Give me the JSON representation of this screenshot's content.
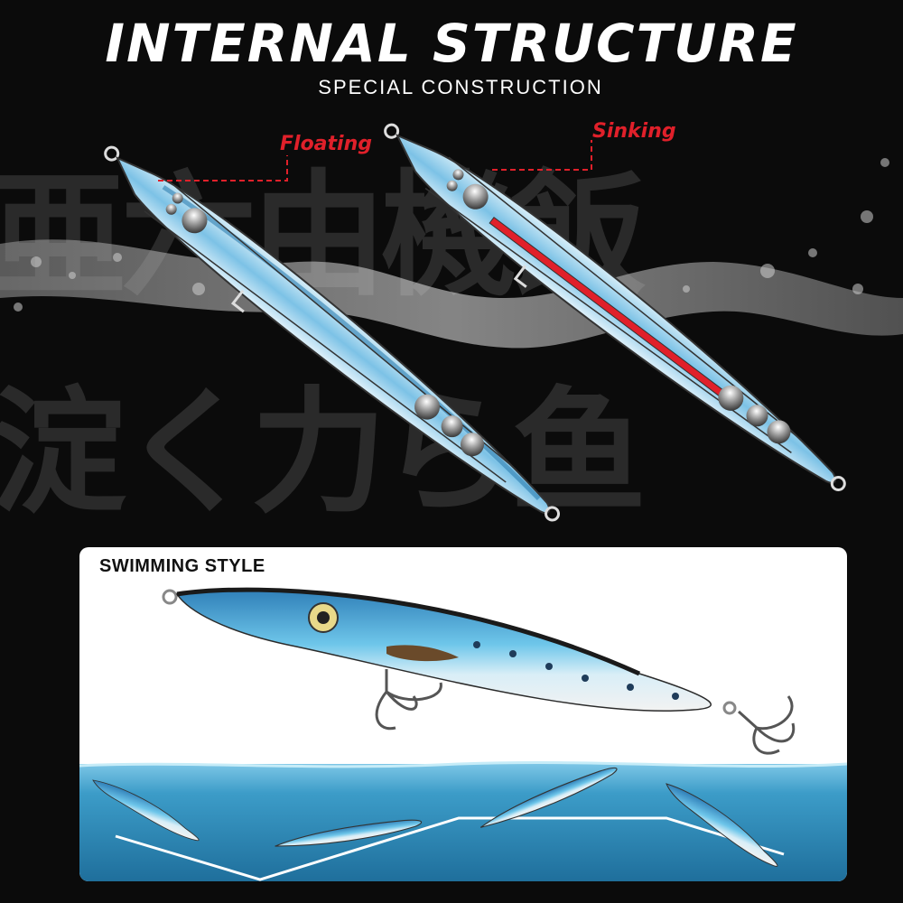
{
  "header": {
    "title": "INTERNAL STRUCTURE",
    "subtitle": "SPECIAL CONSTRUCTION"
  },
  "lure_types": {
    "floating_label": "Floating",
    "sinking_label": "Sinking"
  },
  "swimming_panel": {
    "title": "SWIMMING STYLE"
  },
  "colors": {
    "background": "#0b0b0b",
    "accent_red": "#e0202a",
    "lure_blue": "#5fb6e0",
    "water_blue": "#3c9cc8"
  }
}
